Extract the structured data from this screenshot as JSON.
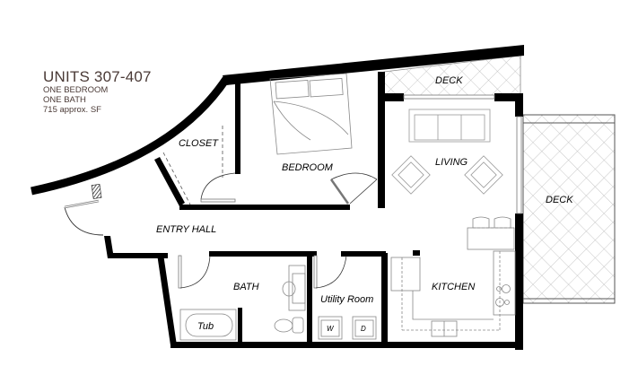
{
  "title_block": {
    "title": "UNITS 307-407",
    "line1": "ONE BEDROOM",
    "line2": "ONE BATH",
    "line3": "715 approx. SF",
    "color": "#4a3a36"
  },
  "rooms": {
    "deck_top": "DECK",
    "deck_right": "DECK",
    "bedroom": "BEDROOM",
    "closet": "CLOSET",
    "living": "LIVING",
    "entry_hall": "ENTRY HALL",
    "bath": "BATH",
    "tub": "Tub",
    "utility": "Utility Room",
    "washer": "W",
    "dryer": "D",
    "kitchen": "KITCHEN"
  }
}
